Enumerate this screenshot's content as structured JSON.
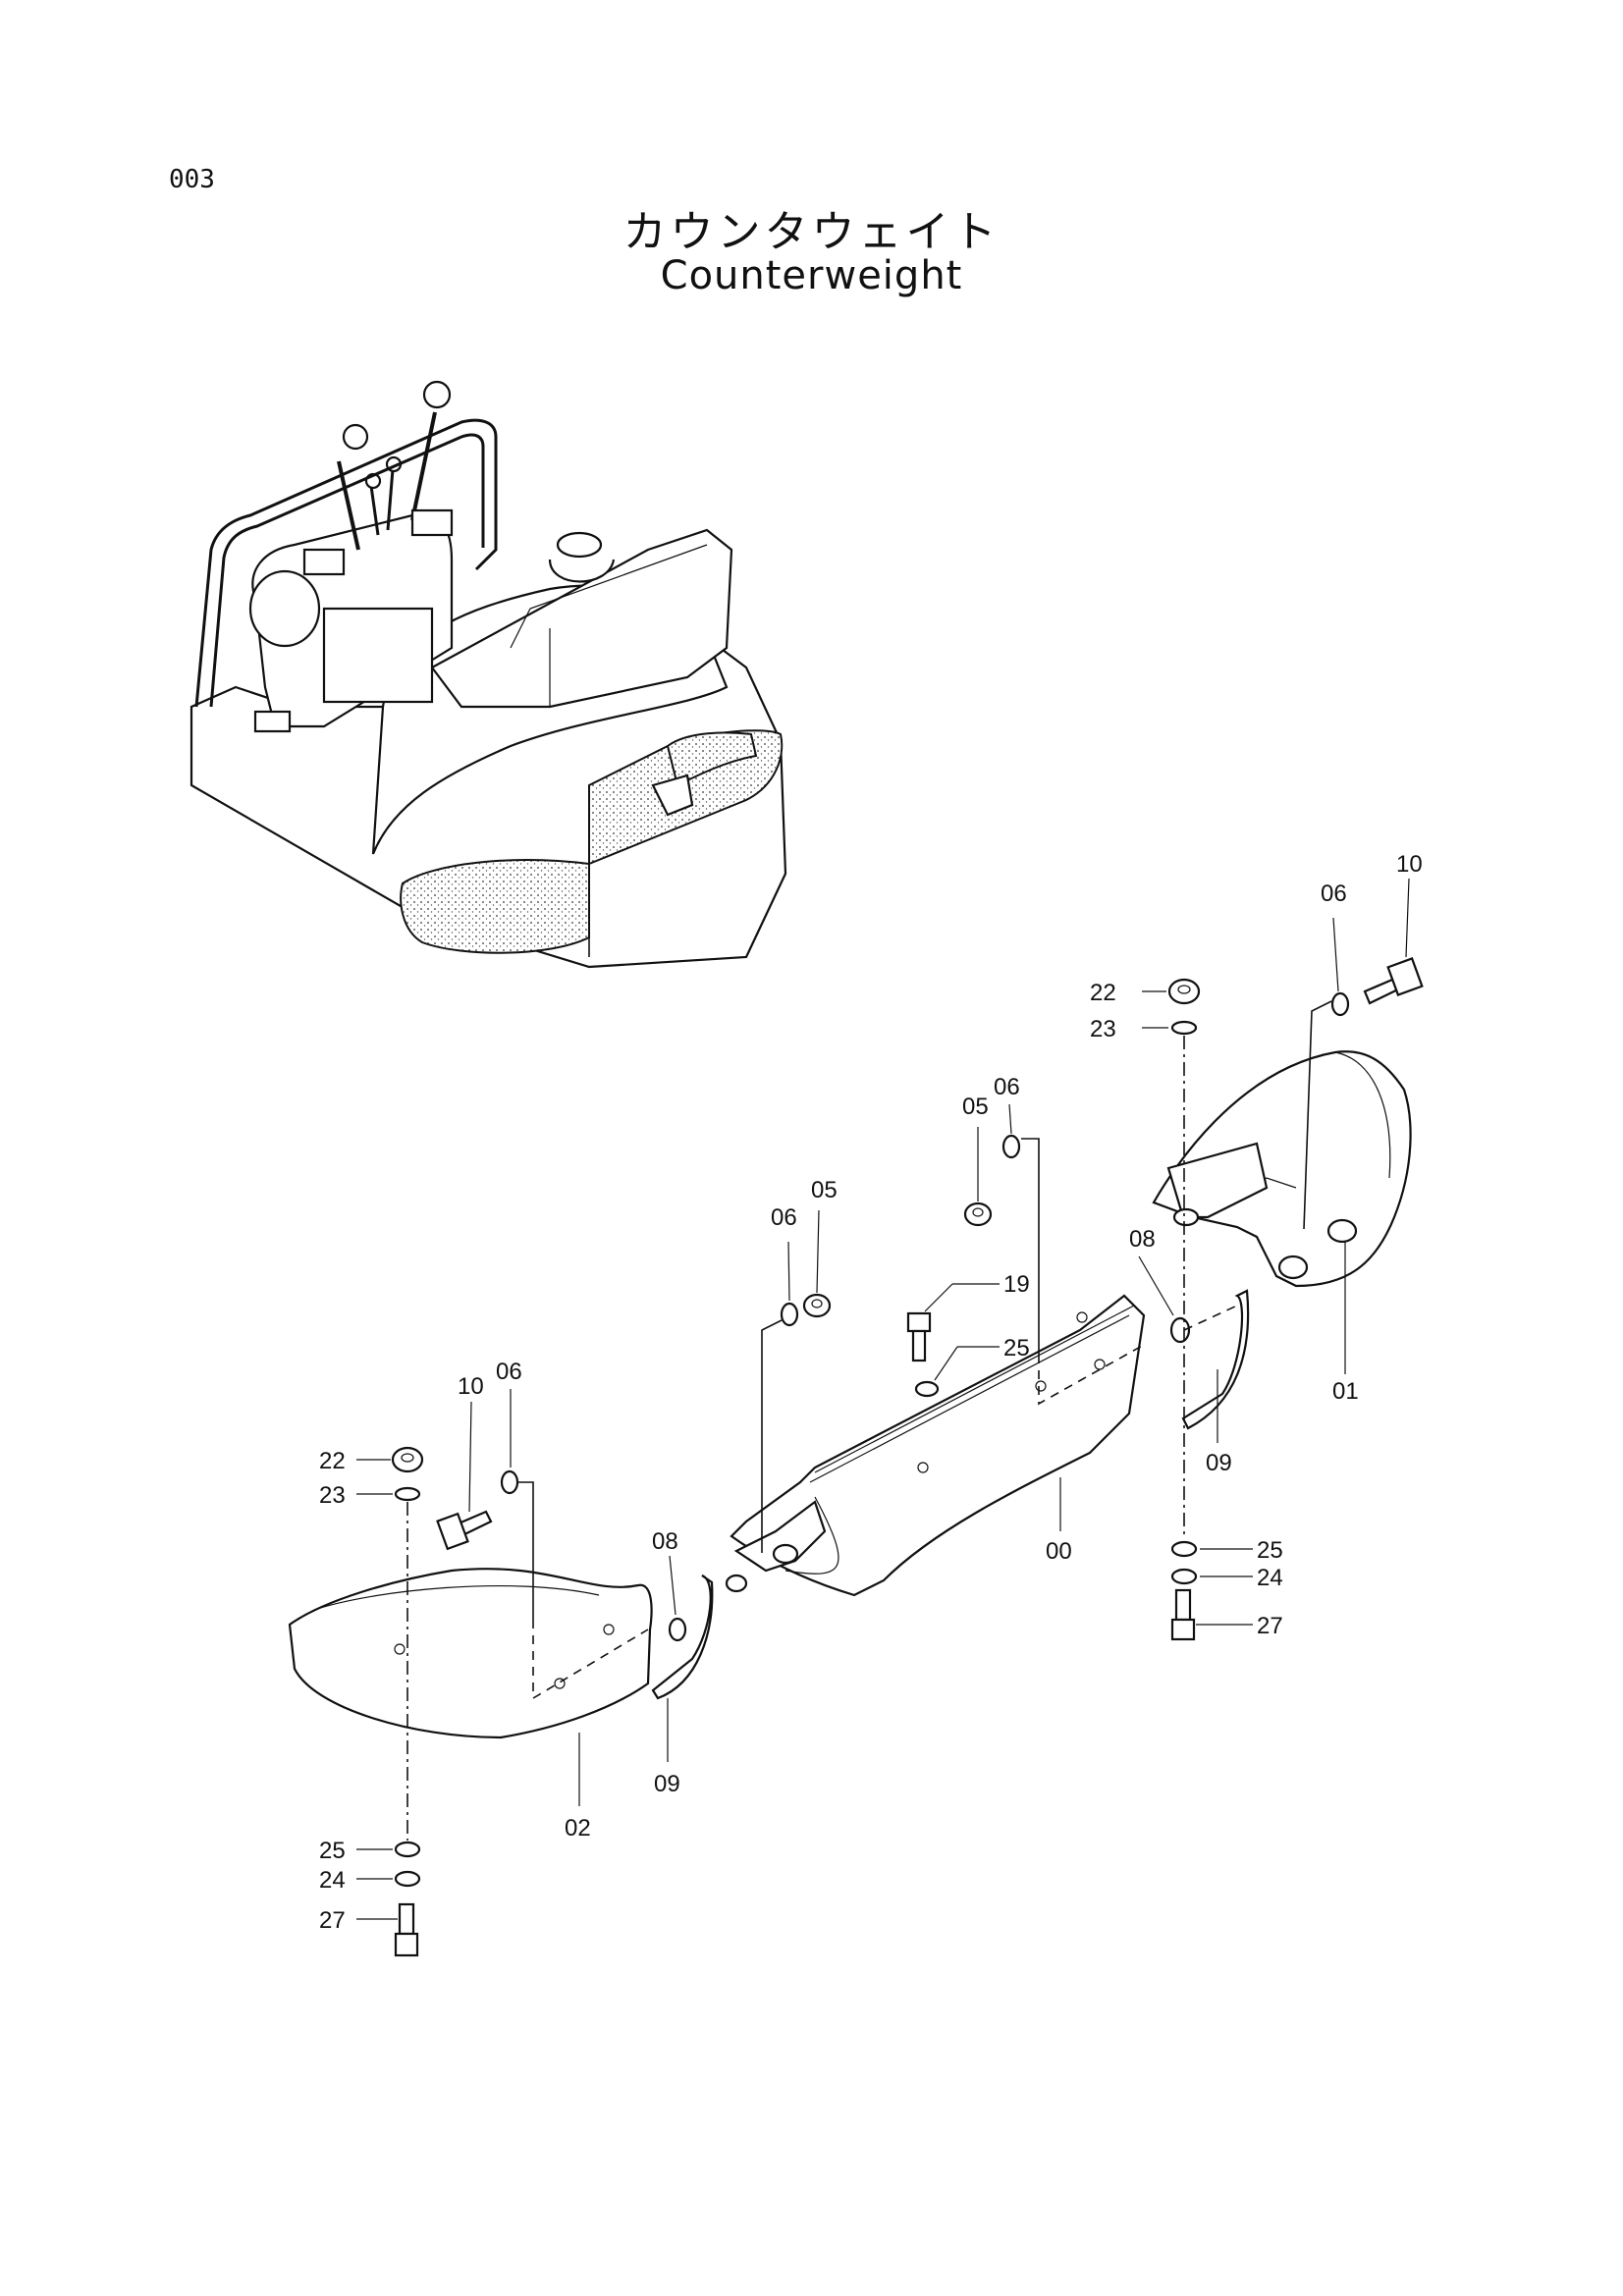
{
  "page_number": "003",
  "title_japanese": "カウンタウェイト",
  "title_english": "Counterweight",
  "callouts": {
    "c00": "00",
    "c01": "01",
    "c02": "02",
    "c05a": "05",
    "c05b": "05",
    "c06a": "06",
    "c06b": "06",
    "c06c": "06",
    "c06d": "06",
    "c08a": "08",
    "c08b": "08",
    "c09a": "09",
    "c09b": "09",
    "c10a": "10",
    "c10b": "10",
    "c19": "19",
    "c22a": "22",
    "c22b": "22",
    "c23a": "23",
    "c23b": "23",
    "c24a": "24",
    "c24b": "24",
    "c25a": "25",
    "c25b": "25",
    "c25c": "25",
    "c27a": "27",
    "c27b": "27"
  }
}
